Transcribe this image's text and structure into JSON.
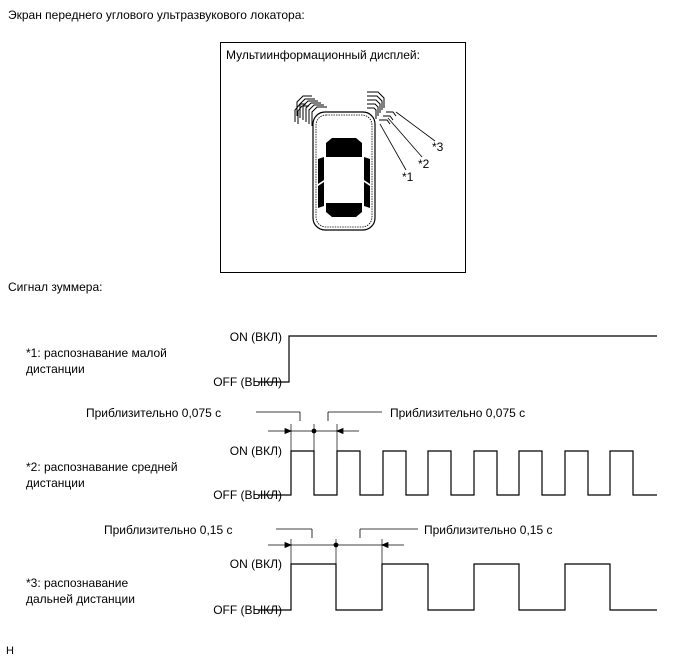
{
  "screen_title": "Экран переднего углового ультразвукового локатора:",
  "display": {
    "title": "Мультиинформационный дисплей:",
    "callouts": [
      "*1",
      "*2",
      "*3"
    ]
  },
  "buzzer_title": "Сигнал зуммера:",
  "levels": {
    "on": "ON (ВКЛ)",
    "off": "OFF (ВЫКЛ)"
  },
  "signals": [
    {
      "label_line1": "*1: распознавание малой",
      "label_line2": "дистанции"
    },
    {
      "label_line1": "*2: распознавание средней",
      "label_line2": "дистанции",
      "note_left": "Приблизительно 0,075 с",
      "note_right": "Приблизительно 0,075 с"
    },
    {
      "label_line1": "*3: распознавание",
      "label_line2": "дальней дистанции",
      "note_left": "Приблизительно 0,15 с",
      "note_right": "Приблизительно 0,15 с"
    }
  ],
  "footer_code": "H"
}
